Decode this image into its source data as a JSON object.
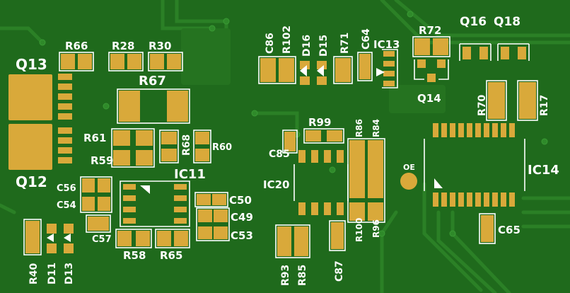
{
  "colors": {
    "board": "#1f6a1c",
    "trace": "#2b8026",
    "pad": "#d9a93a",
    "silk": "#ffffff"
  },
  "labels": {
    "Q13": "Q13",
    "Q12": "Q12",
    "R66": "R66",
    "R28": "R28",
    "R30": "R30",
    "R67": "R67",
    "R61": "R61",
    "R59": "R59",
    "R68": "R68",
    "R60": "R60",
    "IC11": "IC11",
    "C56": "C56",
    "C54": "C54",
    "C57": "C57",
    "C50": "C50",
    "C49": "C49",
    "C53": "C53",
    "R58": "R58",
    "R65": "R65",
    "R40": "R40",
    "D11": "D11",
    "D13": "D13",
    "C86": "C86",
    "R102": "R102",
    "D16": "D16",
    "D15": "D15",
    "R71": "R71",
    "C64": "C64",
    "IC13": "IC13",
    "R72": "R72",
    "Q14": "Q14",
    "Q16": "Q16",
    "Q18": "Q18",
    "R70": "R70",
    "R17": "R17",
    "R99": "R99",
    "R86": "R86",
    "R84": "R84",
    "C85": "C85",
    "IC20": "IC20",
    "R100": "R100",
    "R96": "R96",
    "R93": "R93",
    "R85": "R85",
    "C87": "C87",
    "OE": "OE",
    "IC14": "IC14",
    "C65": "C65"
  }
}
